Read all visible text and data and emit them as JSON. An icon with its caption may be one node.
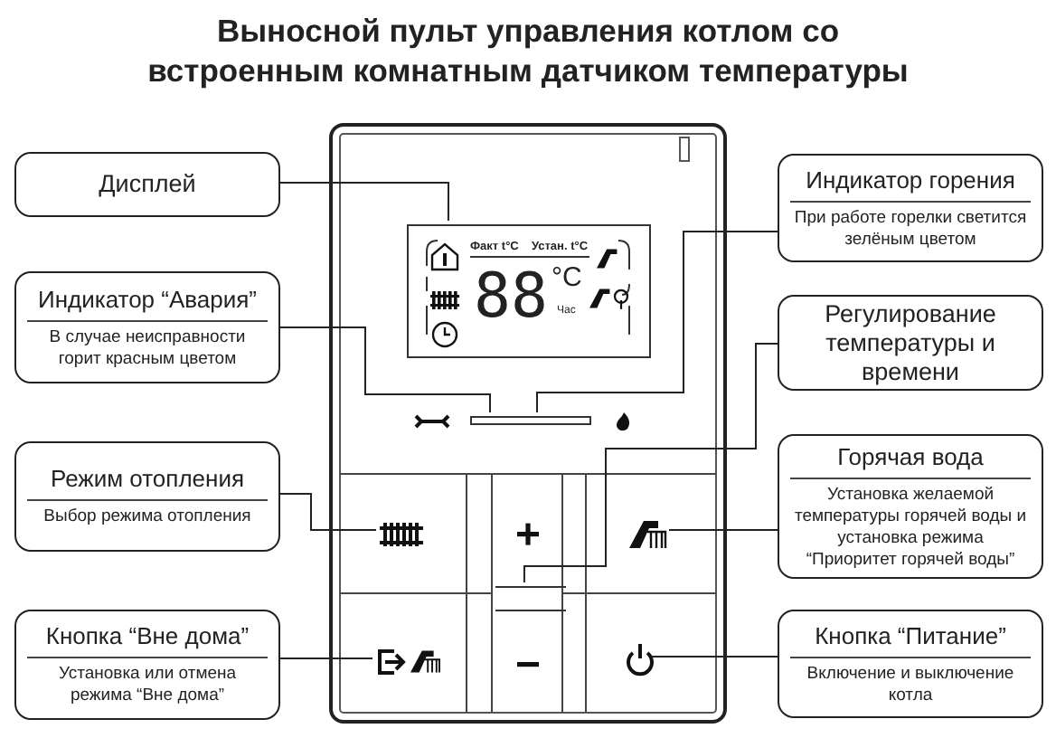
{
  "diagram": {
    "title": "Выносной пульт управления котлом со встроенным комнатным датчиком температуры",
    "nodes": [
      {
        "text": [
          "Дисплей"
        ]
      },
      {
        "text": [
          "Индикатор “Авария”",
          "В случае неисправности горит красным цветом"
        ]
      },
      {
        "text": [
          "Режим отопления",
          "Выбор режима отопления"
        ]
      },
      {
        "text": [
          "Кнопка “Вне дома”",
          "Установка или отмена режима “Вне дома”"
        ]
      },
      {
        "text": [
          "Индикатор горения",
          "При работе горелки светится зелёным цветом"
        ]
      },
      {
        "text": [
          "Регулирование температуры и времени"
        ]
      },
      {
        "text": [
          "Горячая вода",
          "Установка желаемой температуры горячей воды и установка режима “Приоритет горячей воды”"
        ]
      },
      {
        "text": [
          "Кнопка “Питание”",
          "Включение и выключение котла"
        ]
      },
      {
        "text": [],
        "shape": "box"
      },
      {
        "text": [],
        "shape": "box",
        "in": 8
      },
      {
        "text": [],
        "shape": "bar",
        "in": 8
      },
      {
        "text": [],
        "shape": "icon",
        "in": 8
      },
      {
        "text": [],
        "shape": "box",
        "in": 8
      },
      {
        "text": [],
        "shape": "icon",
        "in": 8
      },
      {
        "text": [],
        "shape": "icon",
        "in": 8
      },
      {
        "text": [],
        "shape": "icon",
        "in": 8
      }
    ],
    "edges": [
      {
        "from": 0,
        "to": 9,
        "arrow": "none"
      },
      {
        "from": 1,
        "to": 10,
        "arrow": "none"
      },
      {
        "from": 4,
        "to": 10,
        "arrow": "none"
      },
      {
        "from": 5,
        "to": 12,
        "arrow": "none"
      },
      {
        "from": 6,
        "to": 13,
        "arrow": "none"
      },
      {
        "from": 2,
        "to": 11,
        "arrow": "none"
      },
      {
        "from": 3,
        "to": 14,
        "arrow": "none"
      },
      {
        "from": 7,
        "to": 15,
        "arrow": "none"
      }
    ],
    "labels": [
      "Факт t°C",
      "Устан. t°C",
      "88",
      "°C",
      "Час"
    ]
  }
}
